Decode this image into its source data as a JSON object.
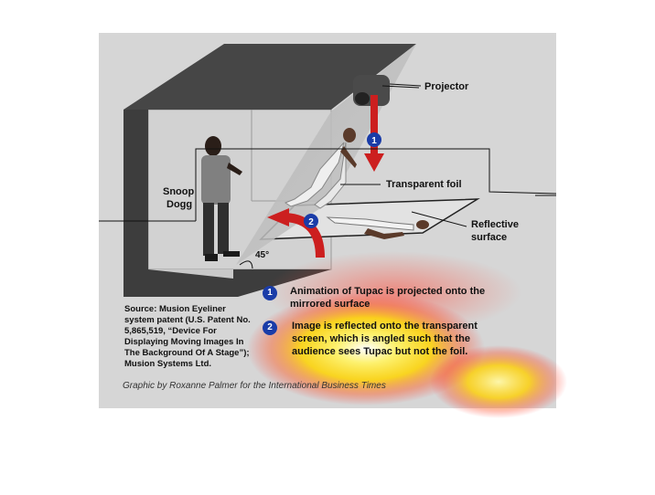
{
  "labels": {
    "projector": "Projector",
    "transparent_foil": "Transparent foil",
    "reflective_surface_line1": "Reflective",
    "reflective_surface_line2": "surface",
    "snoop_line1": "Snoop",
    "snoop_line2": "Dogg",
    "angle": "45°"
  },
  "markers": {
    "one": "1",
    "two": "2"
  },
  "steps": [
    {
      "number": "1",
      "line1": "Animation of Tupac is projected onto the",
      "line2": "mirrored surface"
    },
    {
      "number": "2",
      "line1": "Image is reflected onto the transparent",
      "line2": "screen, which is angled such that the",
      "line3": "audience sees Tupac but not the foil."
    }
  ],
  "source": {
    "line1": "Source: Musion Eyeliner",
    "line2": "system patent (U.S. Patent No.",
    "line3": "5,865,519, “Device For",
    "line4": "Displaying Moving Images In",
    "line5": "The Background Of A Stage”);",
    "line6": "Musion Systems Ltd."
  },
  "credit": "Graphic by Roxanne Palmer for the International Business Times",
  "colors": {
    "panel_bg": "#d6d6d6",
    "frame": "#3d3d3d",
    "arrow_red": "#cc1f1f",
    "marker_blue": "#1a3ca8",
    "heat_yellow": "#ffe600",
    "heat_red": "#ff3b1f"
  }
}
